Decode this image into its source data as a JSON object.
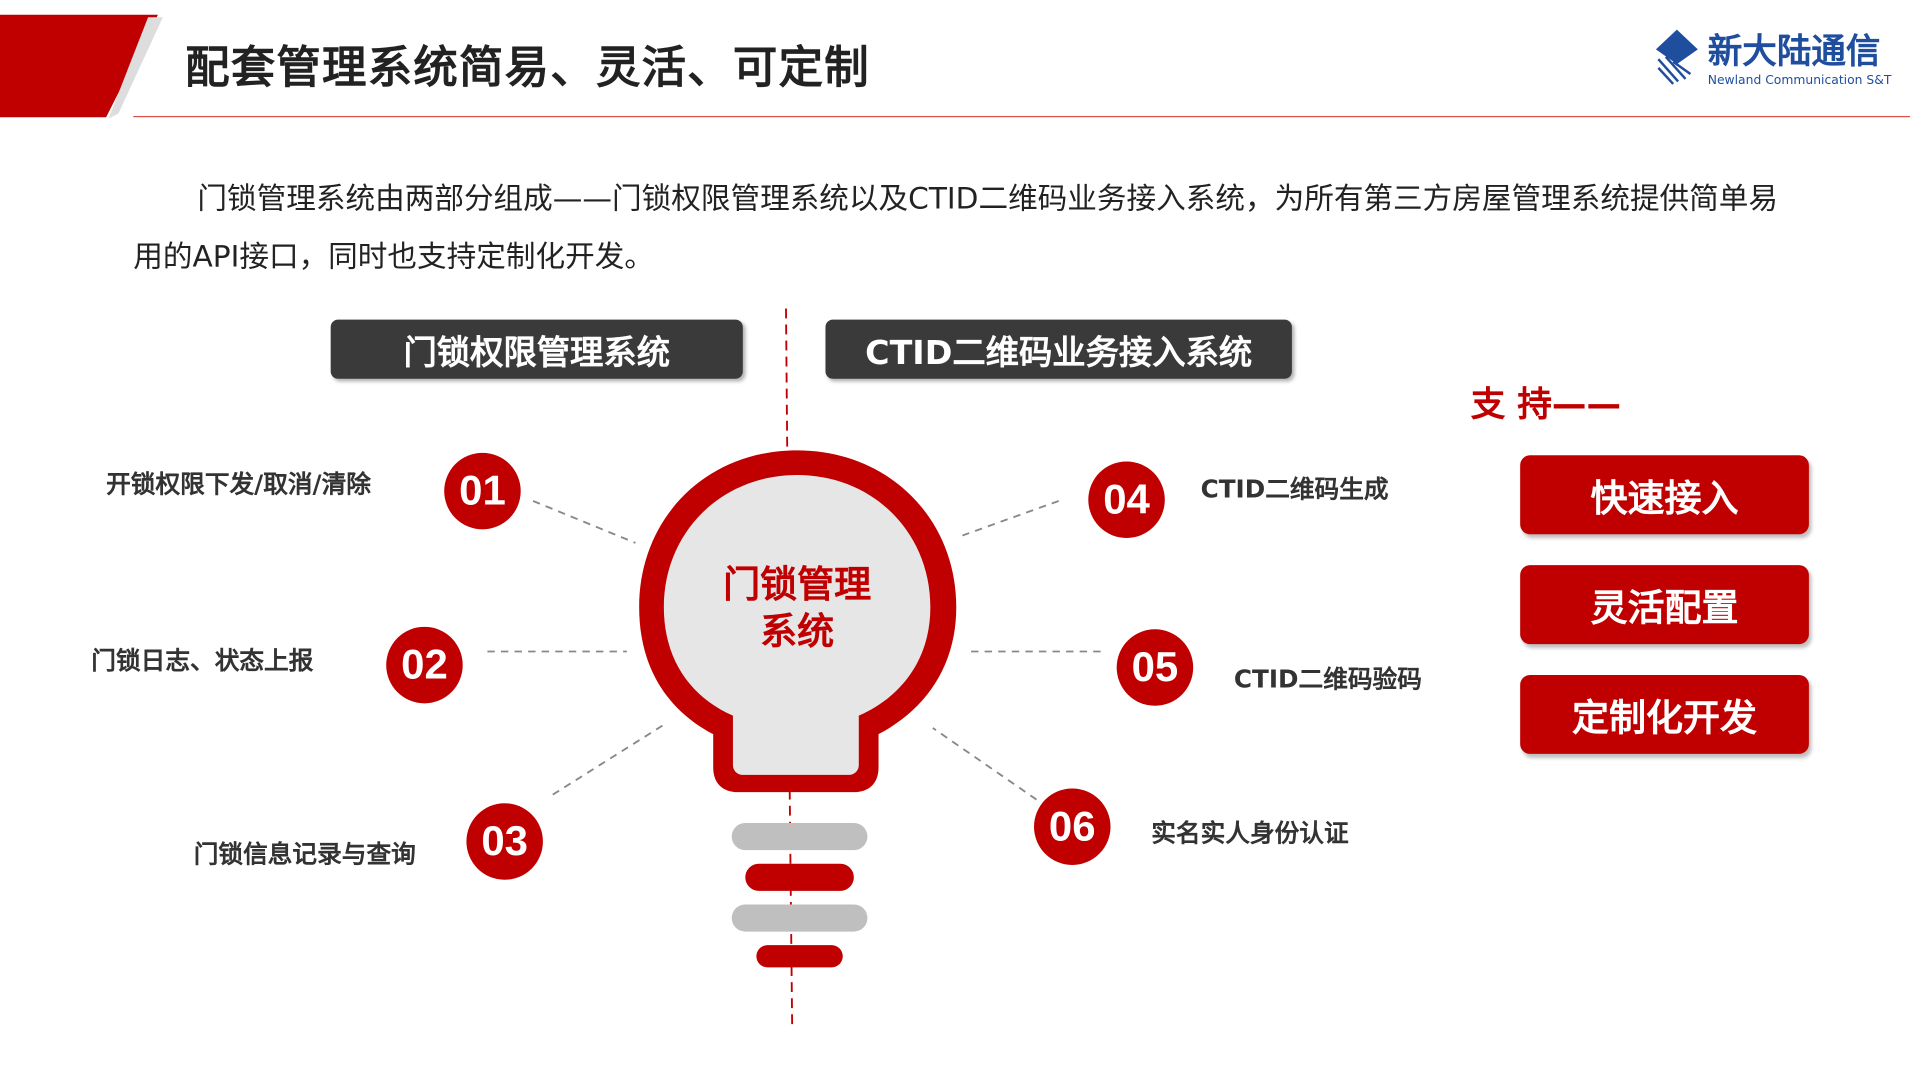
{
  "header": {
    "title": "配套管理系统简易、灵活、可定制",
    "logo_cn": "新大陆通信",
    "logo_en": "Newland Communication S&T"
  },
  "intro": "门锁管理系统由两部分组成——门锁权限管理系统以及CTID二维码业务接入系统，为所有第三方房屋管理系统提供简单易用的API接口，同时也支持定制化开发。",
  "systems": [
    "门锁权限管理系统",
    "CTID二维码业务接入系统"
  ],
  "center": {
    "line1": "门锁管理",
    "line2": "系统"
  },
  "features": [
    {
      "num": "01",
      "label": "开锁权限下发/取消/清除"
    },
    {
      "num": "02",
      "label": "门锁日志、状态上报"
    },
    {
      "num": "03",
      "label": "门锁信息记录与查询"
    },
    {
      "num": "04",
      "label": "CTID二维码生成"
    },
    {
      "num": "05",
      "label": "CTID二维码验码"
    },
    {
      "num": "06",
      "label": "实名实人身份认证"
    }
  ],
  "support": {
    "heading": "支 持——",
    "items": [
      "快速接入",
      "灵活配置",
      "定制化开发"
    ]
  },
  "colors": {
    "accent": "#c00000",
    "dark": "#3a3a3a",
    "brand": "#1f4e9e"
  }
}
